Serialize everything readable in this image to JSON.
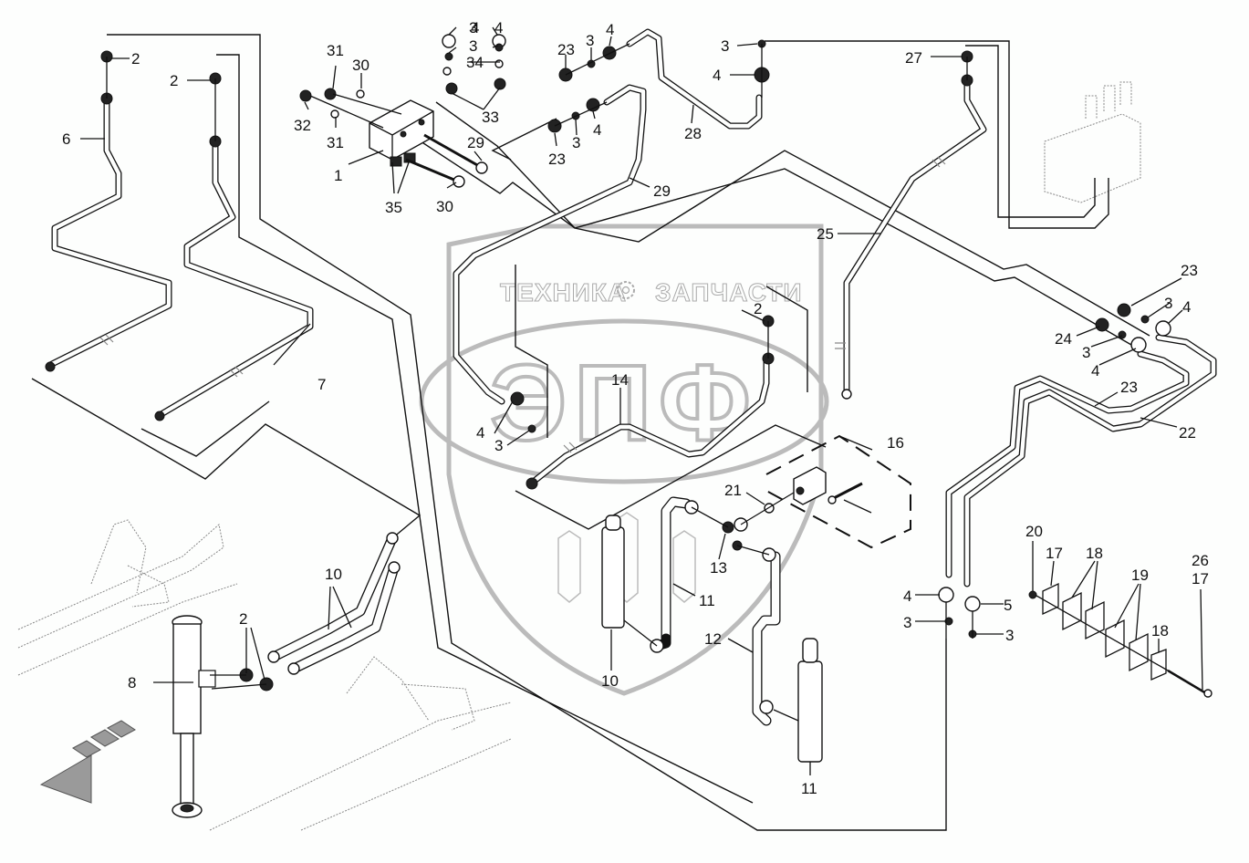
{
  "diagram": {
    "title": "Hydraulic lines exploded parts diagram",
    "watermark": {
      "left_text": "ТЕХНИКА",
      "right_text": "ЗАПЧАСТИ",
      "logo_letters": "ЭПФ"
    },
    "callouts": [
      {
        "id": "c1",
        "label": "1"
      },
      {
        "id": "c2a",
        "label": "2"
      },
      {
        "id": "c2b",
        "label": "2"
      },
      {
        "id": "c2c",
        "label": "2"
      },
      {
        "id": "c2d",
        "label": "2"
      },
      {
        "id": "c3a",
        "label": "3"
      },
      {
        "id": "c3b",
        "label": "3"
      },
      {
        "id": "c3c",
        "label": "3"
      },
      {
        "id": "c3d",
        "label": "3"
      },
      {
        "id": "c3e",
        "label": "3"
      },
      {
        "id": "c3f",
        "label": "3"
      },
      {
        "id": "c3g",
        "label": "3"
      },
      {
        "id": "c3h",
        "label": "3"
      },
      {
        "id": "c3i",
        "label": "3"
      },
      {
        "id": "c3j",
        "label": "3"
      },
      {
        "id": "c4a",
        "label": "4"
      },
      {
        "id": "c4b",
        "label": "4"
      },
      {
        "id": "c4c",
        "label": "4"
      },
      {
        "id": "c4d",
        "label": "4"
      },
      {
        "id": "c4e",
        "label": "4"
      },
      {
        "id": "c4f",
        "label": "4"
      },
      {
        "id": "c4g",
        "label": "4"
      },
      {
        "id": "c4h",
        "label": "4"
      },
      {
        "id": "c4i",
        "label": "4"
      },
      {
        "id": "c5",
        "label": "5"
      },
      {
        "id": "c6",
        "label": "6"
      },
      {
        "id": "c7",
        "label": "7"
      },
      {
        "id": "c8",
        "label": "8"
      },
      {
        "id": "c10a",
        "label": "10"
      },
      {
        "id": "c10b",
        "label": "10"
      },
      {
        "id": "c11a",
        "label": "11"
      },
      {
        "id": "c11b",
        "label": "11"
      },
      {
        "id": "c12",
        "label": "12"
      },
      {
        "id": "c13",
        "label": "13"
      },
      {
        "id": "c14",
        "label": "14"
      },
      {
        "id": "c16",
        "label": "16"
      },
      {
        "id": "c17a",
        "label": "17"
      },
      {
        "id": "c17b",
        "label": "17"
      },
      {
        "id": "c18a",
        "label": "18"
      },
      {
        "id": "c18b",
        "label": "18"
      },
      {
        "id": "c19",
        "label": "19"
      },
      {
        "id": "c20",
        "label": "20"
      },
      {
        "id": "c21",
        "label": "21"
      },
      {
        "id": "c22",
        "label": "22"
      },
      {
        "id": "c23a",
        "label": "23"
      },
      {
        "id": "c23b",
        "label": "23"
      },
      {
        "id": "c23c",
        "label": "23"
      },
      {
        "id": "c23d",
        "label": "23"
      },
      {
        "id": "c24",
        "label": "24"
      },
      {
        "id": "c25",
        "label": "25"
      },
      {
        "id": "c26",
        "label": "26"
      },
      {
        "id": "c27",
        "label": "27"
      },
      {
        "id": "c28",
        "label": "28"
      },
      {
        "id": "c29a",
        "label": "29"
      },
      {
        "id": "c29b",
        "label": "29"
      },
      {
        "id": "c30a",
        "label": "30"
      },
      {
        "id": "c30b",
        "label": "30"
      },
      {
        "id": "c31a",
        "label": "31"
      },
      {
        "id": "c31b",
        "label": "31"
      },
      {
        "id": "c32",
        "label": "32"
      },
      {
        "id": "c33",
        "label": "33"
      },
      {
        "id": "c34",
        "label": "34"
      },
      {
        "id": "c35",
        "label": "35"
      }
    ]
  }
}
